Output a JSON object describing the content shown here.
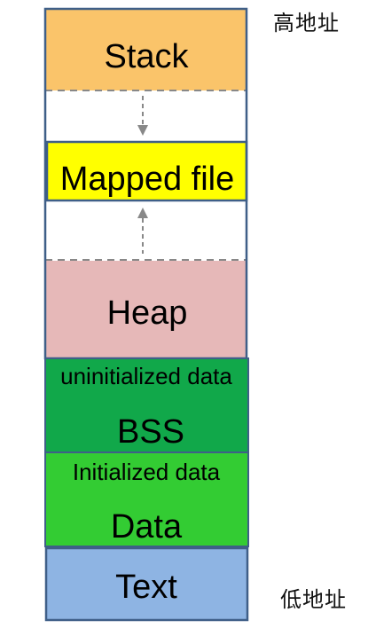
{
  "address_labels": {
    "high": "高地址",
    "low": "低地址"
  },
  "segments": {
    "stack": {
      "label": "Stack",
      "color": "#fac46a"
    },
    "mapped_file": {
      "label": "Mapped file",
      "color": "#ffff00"
    },
    "heap": {
      "label": "Heap",
      "color": "#e6b8b8"
    },
    "bss": {
      "sublabel": "uninitialized data",
      "label": "BSS",
      "color": "#11a84a"
    },
    "data": {
      "sublabel": "Initialized data",
      "label": "Data",
      "color": "#33cc33"
    },
    "text": {
      "label": "Text",
      "color": "#8eb4e3"
    }
  },
  "colors": {
    "frame": "#3f5f88",
    "dashed": "#888888",
    "arrow": "#888888"
  }
}
